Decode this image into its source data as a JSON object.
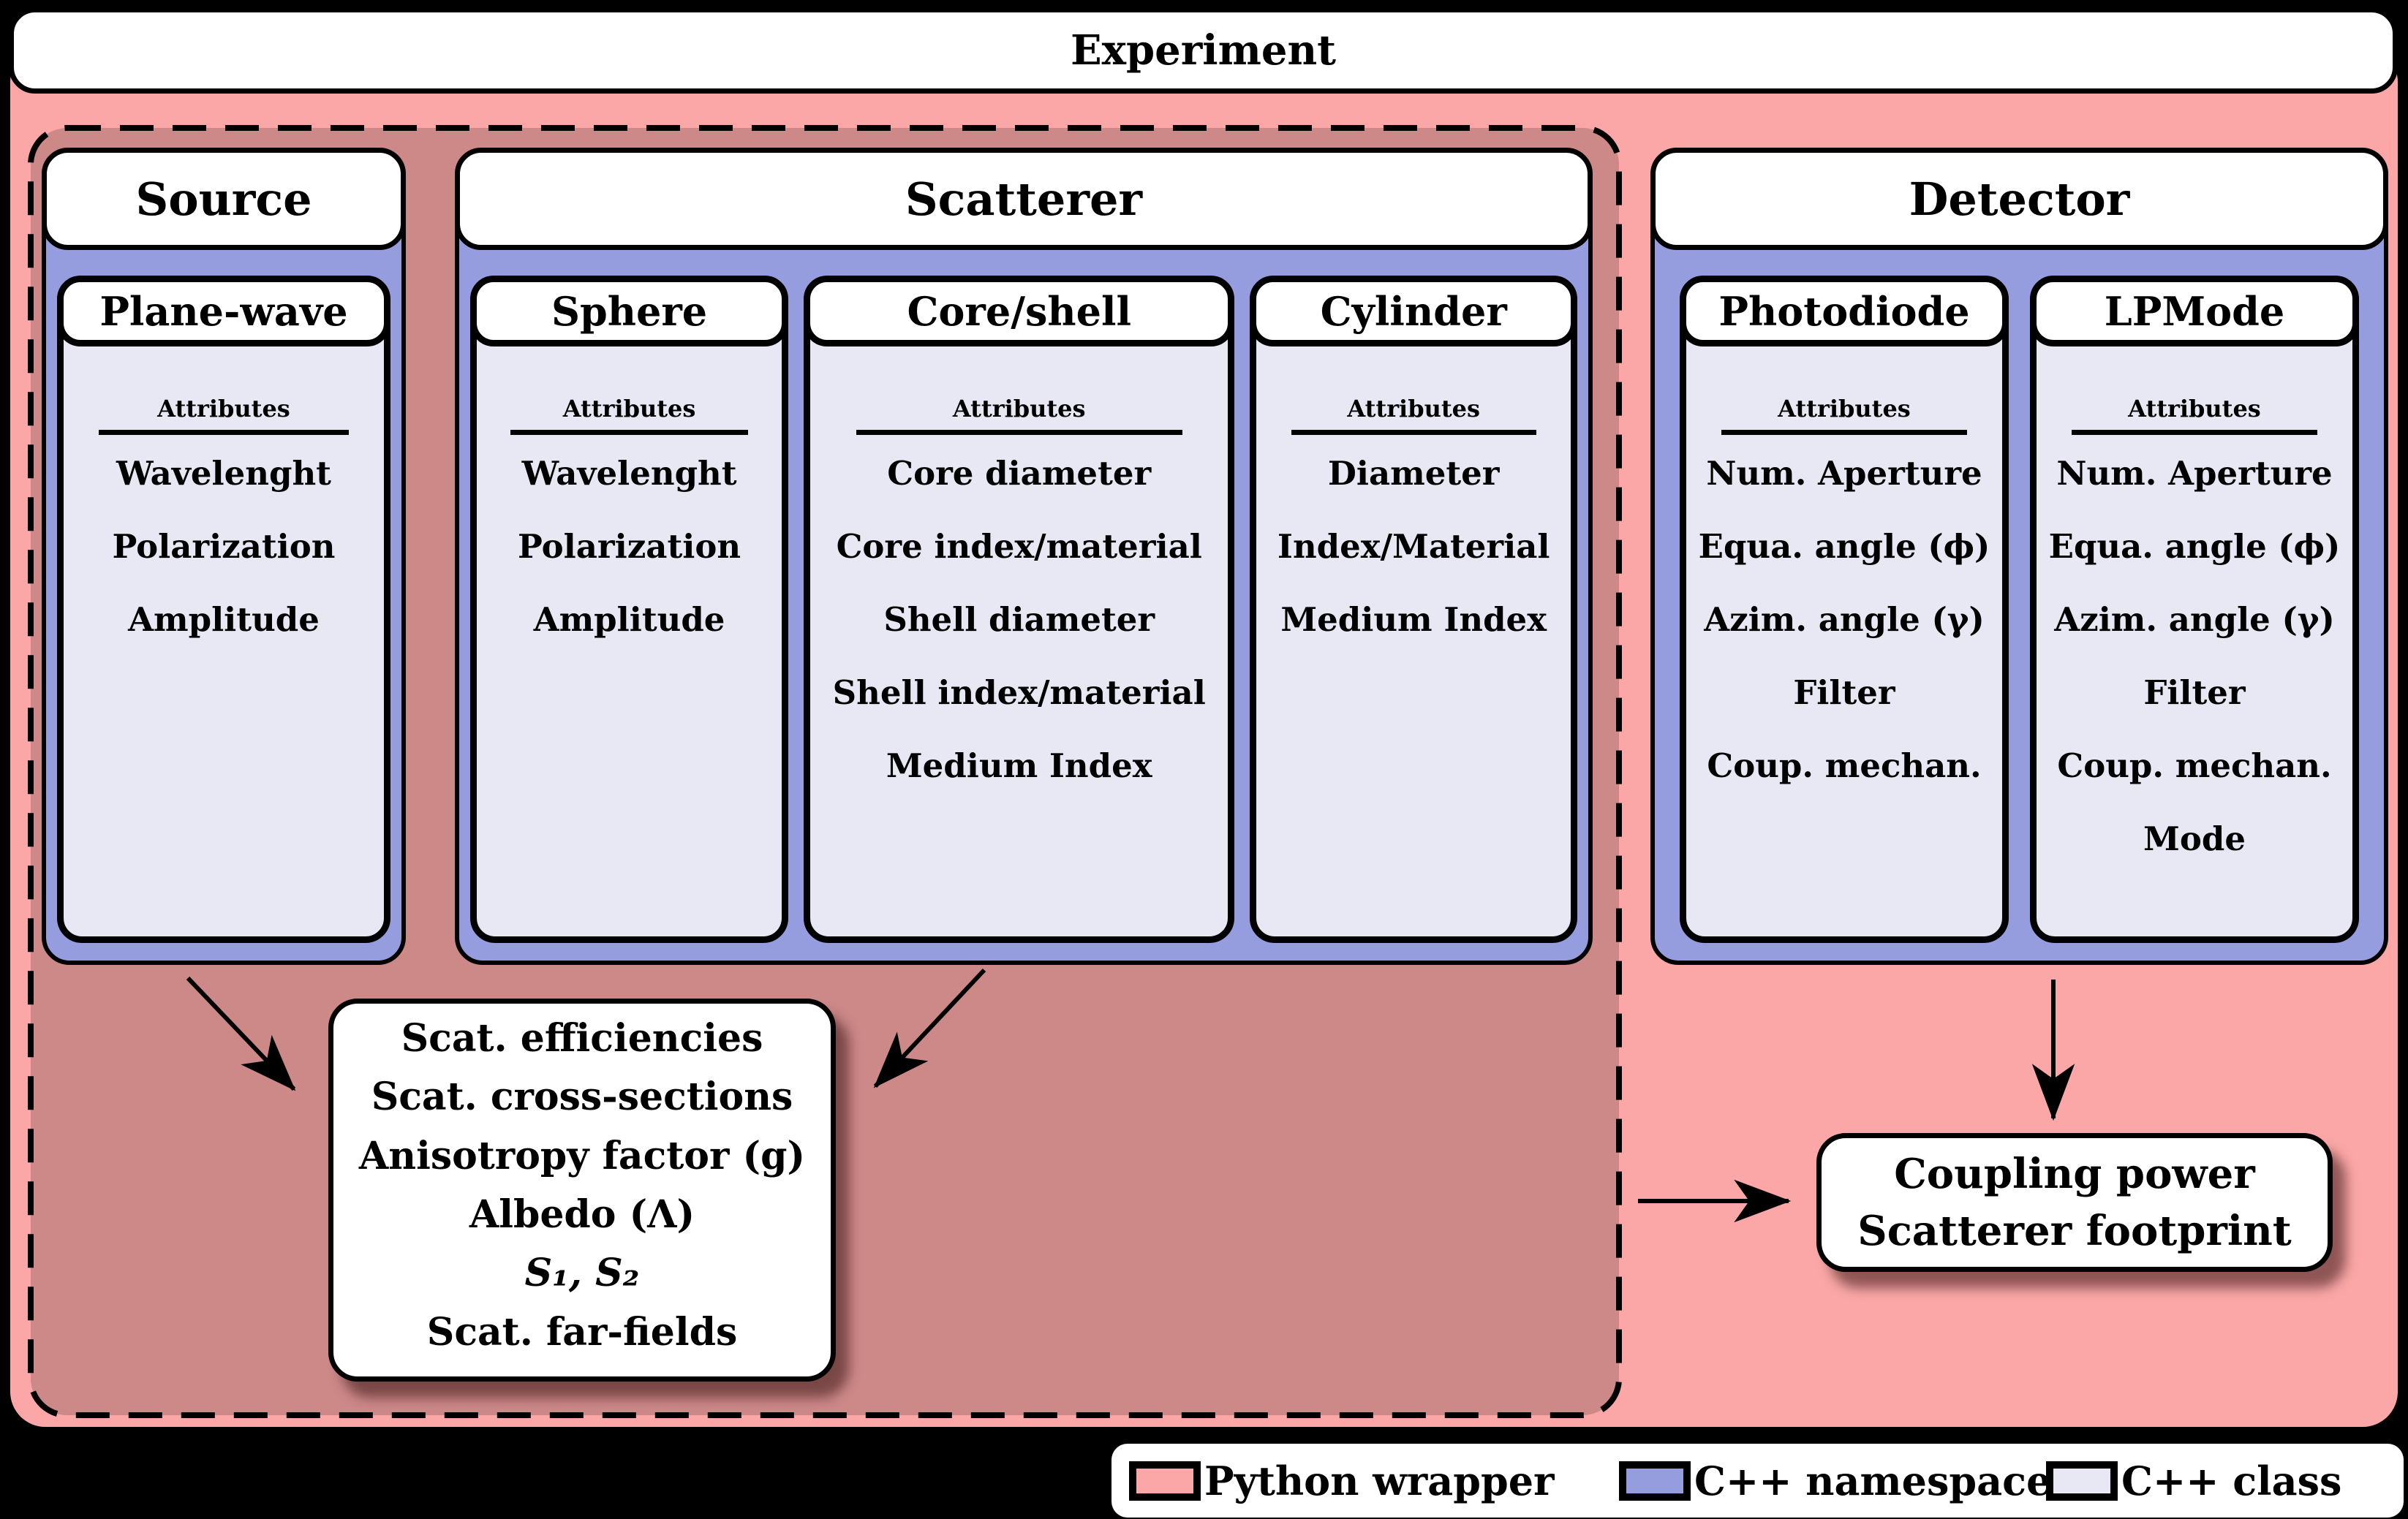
{
  "title": "Experiment",
  "colors": {
    "python_wrapper": "#FBA7A7",
    "backend_region": "#CD8888",
    "cpp_namespace": "#969DDE",
    "cpp_class": "#E7E8F4",
    "outline": "#000000",
    "box_fill": "#FFFFFF"
  },
  "groups": [
    {
      "name": "Source",
      "classes": [
        {
          "name": "Plane-wave",
          "attributes_label": "Attributes",
          "attributes": [
            "Wavelenght",
            "Polarization",
            "Amplitude"
          ]
        }
      ]
    },
    {
      "name": "Scatterer",
      "classes": [
        {
          "name": "Sphere",
          "attributes_label": "Attributes",
          "attributes": [
            "Wavelenght",
            "Polarization",
            "Amplitude"
          ]
        },
        {
          "name": "Core/shell",
          "attributes_label": "Attributes",
          "attributes": [
            "Core diameter",
            "Core index/material",
            "Shell diameter",
            "Shell index/material",
            "Medium Index"
          ]
        },
        {
          "name": "Cylinder",
          "attributes_label": "Attributes",
          "attributes": [
            "Diameter",
            "Index/Material",
            "Medium Index"
          ]
        }
      ]
    },
    {
      "name": "Detector",
      "classes": [
        {
          "name": "Photodiode",
          "attributes_label": "Attributes",
          "attributes": [
            "Num. Aperture",
            "Equa. angle (ϕ)",
            "Azim. angle (γ)",
            "Filter",
            "Coup. mechan."
          ]
        },
        {
          "name": "LPMode",
          "attributes_label": "Attributes",
          "attributes": [
            "Num. Aperture",
            "Equa. angle (ϕ)",
            "Azim. angle (γ)",
            "Filter",
            "Coup. mechan.",
            "Mode"
          ]
        }
      ]
    }
  ],
  "outputs": {
    "scatterer_results": {
      "lines": [
        "Scat. efficiencies",
        "Scat. cross-sections",
        "Anisotropy factor (g)",
        "Albedo (Λ)",
        "S₁, S₂",
        "Scat. far-fields"
      ]
    },
    "detector_results": {
      "lines": [
        "Coupling power",
        "Scatterer footprint"
      ]
    }
  },
  "legend": {
    "items": [
      {
        "label": "Python wrapper",
        "color_key": "python_wrapper"
      },
      {
        "label": "C++ namespace",
        "color_key": "cpp_namespace"
      },
      {
        "label": "C++ class",
        "color_key": "cpp_class"
      }
    ]
  }
}
